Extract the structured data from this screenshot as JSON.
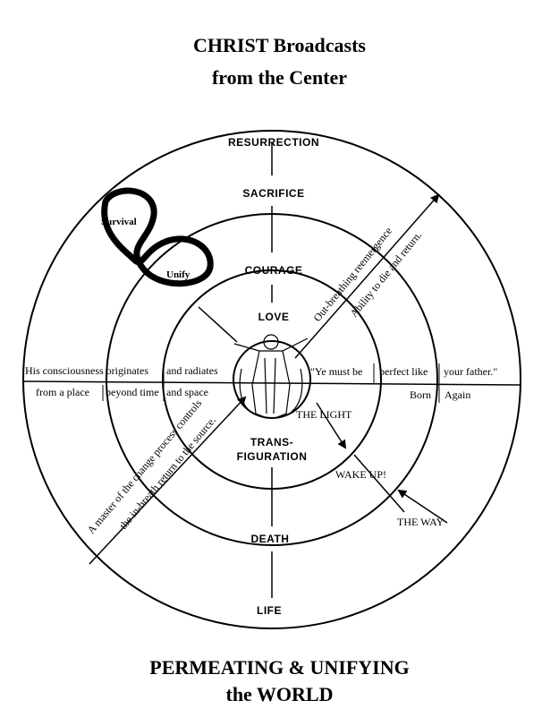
{
  "title": {
    "top_line1": "CHRIST Broadcasts",
    "top_line2": "from the Center",
    "bottom_line1": "PERMEATING & UNIFYING",
    "bottom_line2": "the WORLD"
  },
  "rings": {
    "resurrection": "RESURRECTION",
    "sacrifice": "SACRIFICE",
    "courage": "COURAGE",
    "love": "LOVE",
    "transfiguration_1": "TRANS-",
    "transfiguration_2": "FIGURATION",
    "death": "DEATH",
    "life": "LIFE"
  },
  "infinity": {
    "survival": "Survival",
    "unify": "Unify"
  },
  "left_text": {
    "row1": [
      "His consciousness originates",
      "and radiates"
    ],
    "row2": [
      "from a place",
      "beyond time",
      "and space"
    ]
  },
  "right_text": {
    "row1": [
      "\"Ye must be",
      "perfect like",
      "your father.\""
    ],
    "row2": [
      "Born",
      "Again"
    ]
  },
  "path": {
    "the_light": "THE LIGHT",
    "wake_up": "WAKE  UP!",
    "the_way": "THE  WAY"
  },
  "diagonal_upper": {
    "line1": "Out-breathing reemergence",
    "line2": "Ability to die and return."
  },
  "diagonal_lower": {
    "line1": "A master of the change process controls",
    "line2": "the in-breath return to the source."
  },
  "colors": {
    "ink": "#000000",
    "background": "#ffffff"
  }
}
